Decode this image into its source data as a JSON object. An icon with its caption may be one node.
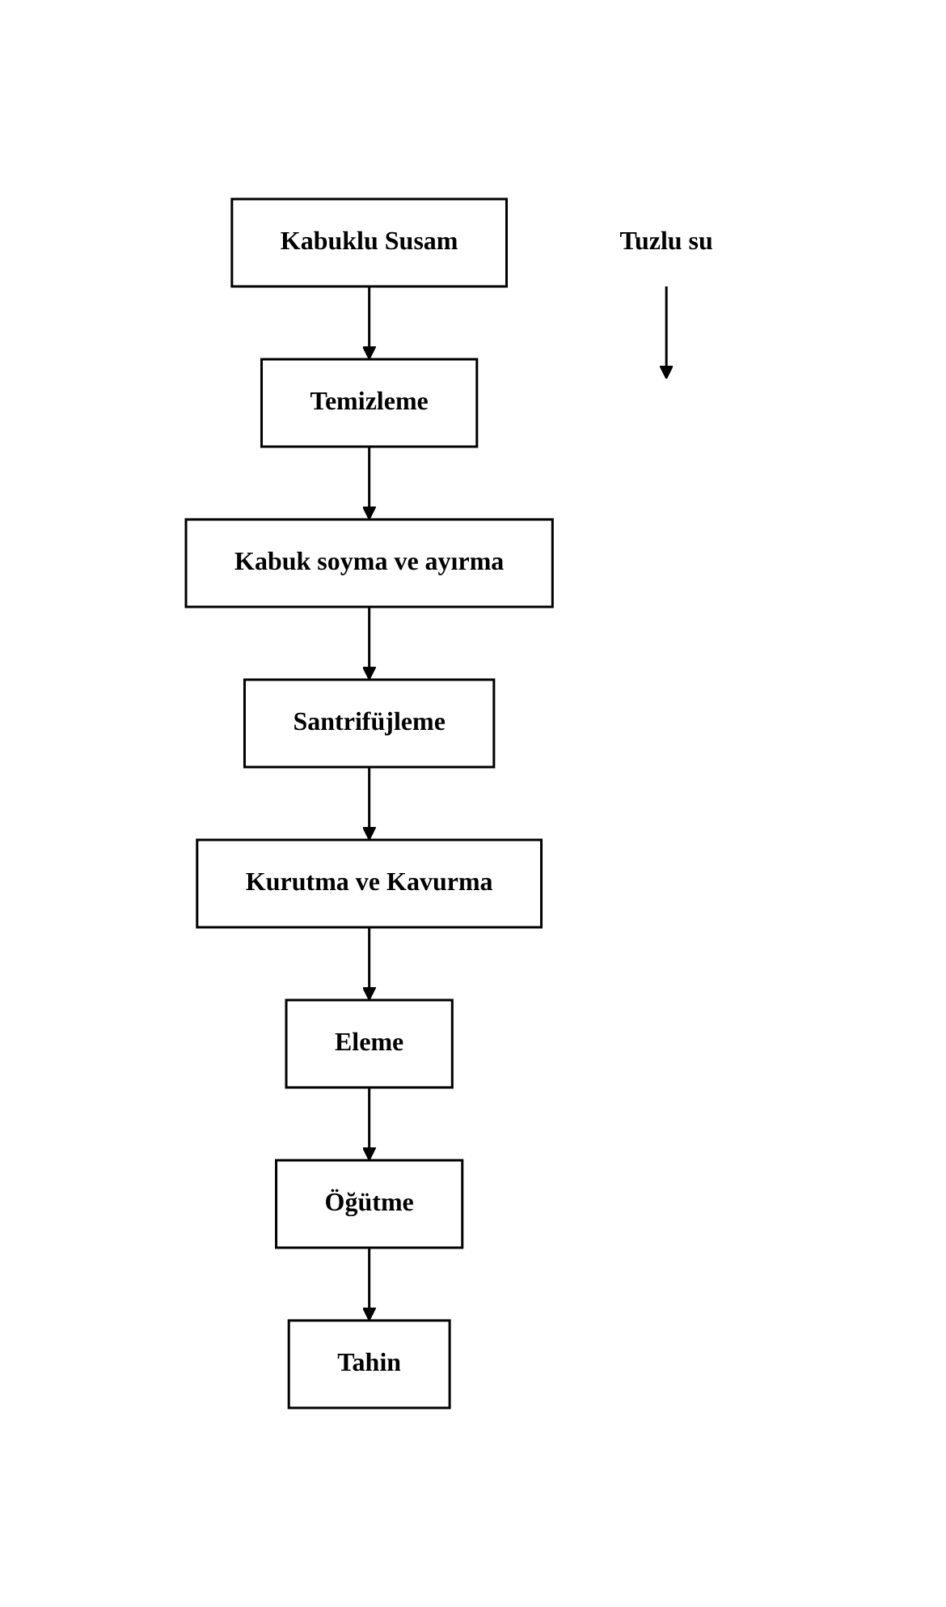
{
  "diagram": {
    "nodes": [
      {
        "text": [
          "Kabuklu Susam"
        ]
      },
      {
        "text": [
          "Temizleme"
        ]
      },
      {
        "text": [
          "Kabuk soyma ve ayırma"
        ]
      },
      {
        "text": [
          "Santrifüjleme"
        ]
      },
      {
        "text": [
          "Kurutma ve Kavurma"
        ]
      },
      {
        "text": [
          "Eleme"
        ]
      },
      {
        "text": [
          "Öğütme"
        ]
      },
      {
        "text": [
          "Tahin"
        ]
      },
      {
        "text": [
          "Tuzlu su"
        ]
      }
    ],
    "edges": [
      {
        "from": 0,
        "to": 1,
        "arrow": "to"
      },
      {
        "from": 1,
        "to": 2,
        "arrow": "to"
      },
      {
        "from": 2,
        "to": 3,
        "arrow": "to"
      },
      {
        "from": 3,
        "to": 4,
        "arrow": "to"
      },
      {
        "from": 4,
        "to": 5,
        "arrow": "to"
      },
      {
        "from": 5,
        "to": 6,
        "arrow": "to"
      },
      {
        "from": 6,
        "to": 7,
        "arrow": "to"
      },
      {
        "from": 8,
        "to": null,
        "arrow": "to"
      }
    ]
  }
}
